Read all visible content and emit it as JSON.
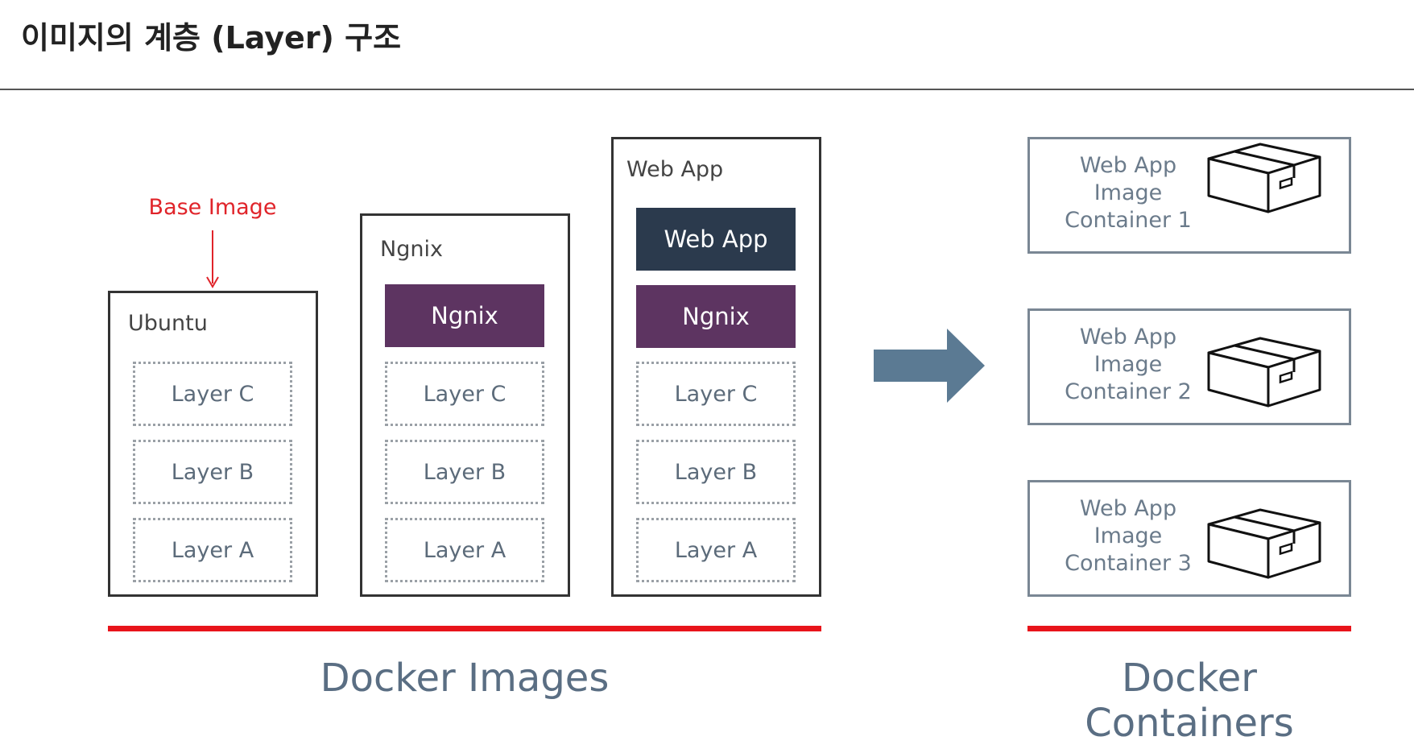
{
  "header": {
    "title": "이미지의 계층 (Layer) 구조"
  },
  "annotation": {
    "base_image_label": "Base Image"
  },
  "images": [
    {
      "title": "Ubuntu",
      "solid_layers": [],
      "layers": [
        "Layer C",
        "Layer B",
        "Layer A"
      ]
    },
    {
      "title": "Ngnix",
      "solid_layers": [
        {
          "label": "Ngnix",
          "color": "#5d3461"
        }
      ],
      "layers": [
        "Layer C",
        "Layer B",
        "Layer A"
      ]
    },
    {
      "title": "Web App",
      "solid_layers": [
        {
          "label": "Web App",
          "color": "#2b3a4d"
        },
        {
          "label": "Ngnix",
          "color": "#5d3461"
        }
      ],
      "layers": [
        "Layer C",
        "Layer B",
        "Layer A"
      ]
    }
  ],
  "containers": [
    {
      "line1": "Web App",
      "line2": "Image",
      "line3": "Container 1",
      "icon": "box-icon"
    },
    {
      "line1": "Web App",
      "line2": "Image",
      "line3": "Container 2",
      "icon": "box-icon"
    },
    {
      "line1": "Web App",
      "line2": "Image",
      "line3": "Container 3",
      "icon": "box-icon"
    }
  ],
  "footer": {
    "images_label": "Docker Images",
    "containers_label": "Docker Containers"
  },
  "colors": {
    "accent_red": "#e8141b",
    "arrow_blue": "#5b7a93",
    "ngnix_purple": "#5d3461",
    "webapp_navy": "#2b3a4d"
  }
}
